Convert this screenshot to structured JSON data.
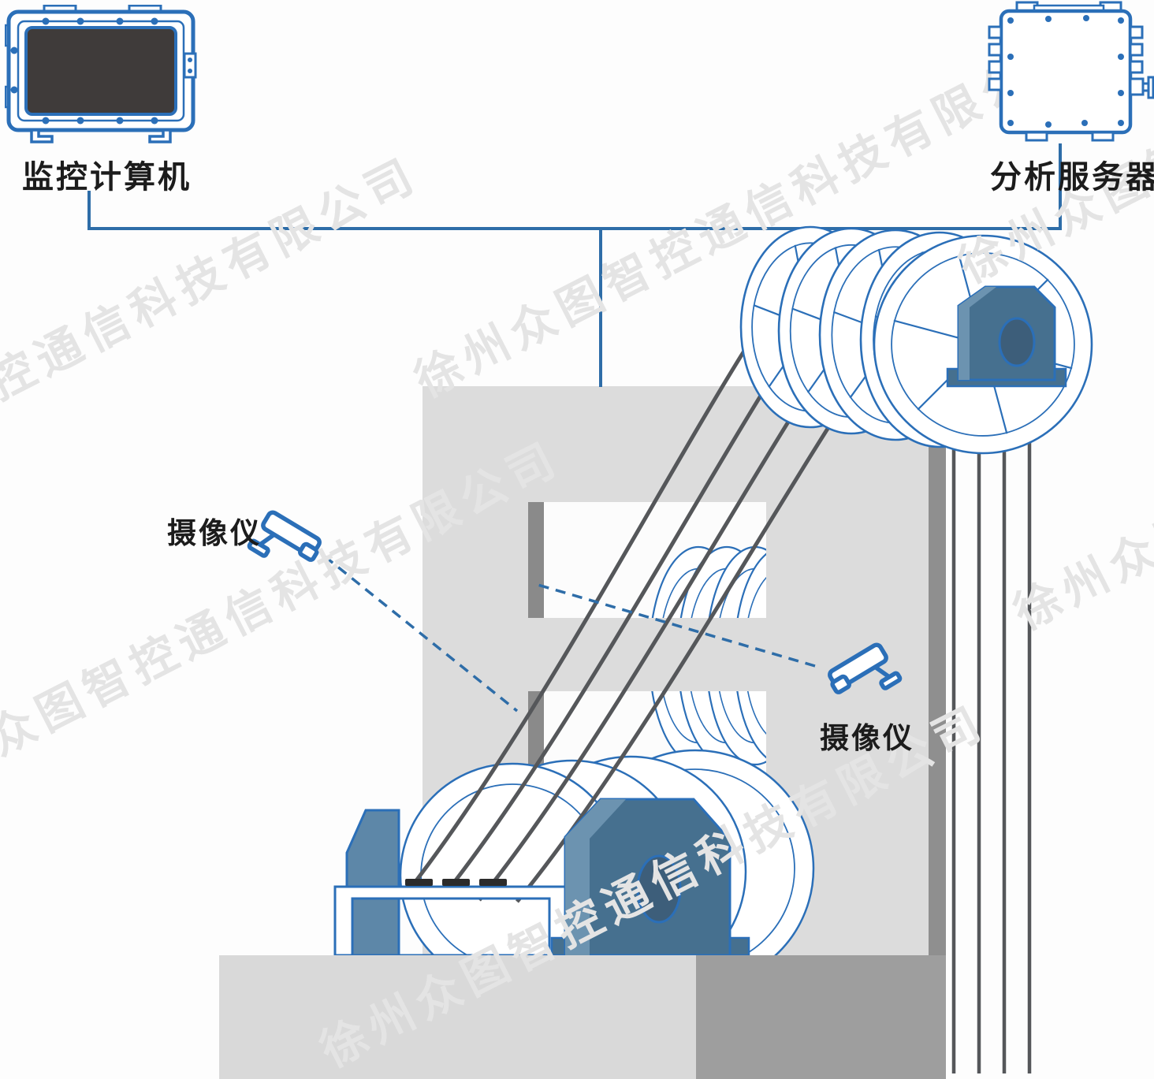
{
  "watermark": {
    "text": "徐州众图智控通信科技有限公司"
  },
  "monitor": {
    "label": "监控计算机"
  },
  "server": {
    "label": "分析服务器"
  },
  "camera_left": {
    "label": "摄像仪"
  },
  "camera_right": {
    "label": "摄像仪"
  },
  "colors": {
    "line_blue": "#2B6FB8",
    "cable_blue": "#2E6DA8",
    "steel_blue": "#46708F",
    "steel_blue_light": "#6C93B0",
    "steel_blue_mid": "#5D87A8",
    "hub_blue": "#3D5E7A",
    "rope_gray": "#55575A",
    "wall_gray": "#DCDCDC",
    "wall_edge_gray": "#8F8F8F",
    "window_bar_gray": "#8A8A8A",
    "platform_gray": "#D9D9D9",
    "platform_dark_gray": "#9E9E9E",
    "screen_dark": "#3F3B3A",
    "label_color": "#1C1C1C"
  }
}
